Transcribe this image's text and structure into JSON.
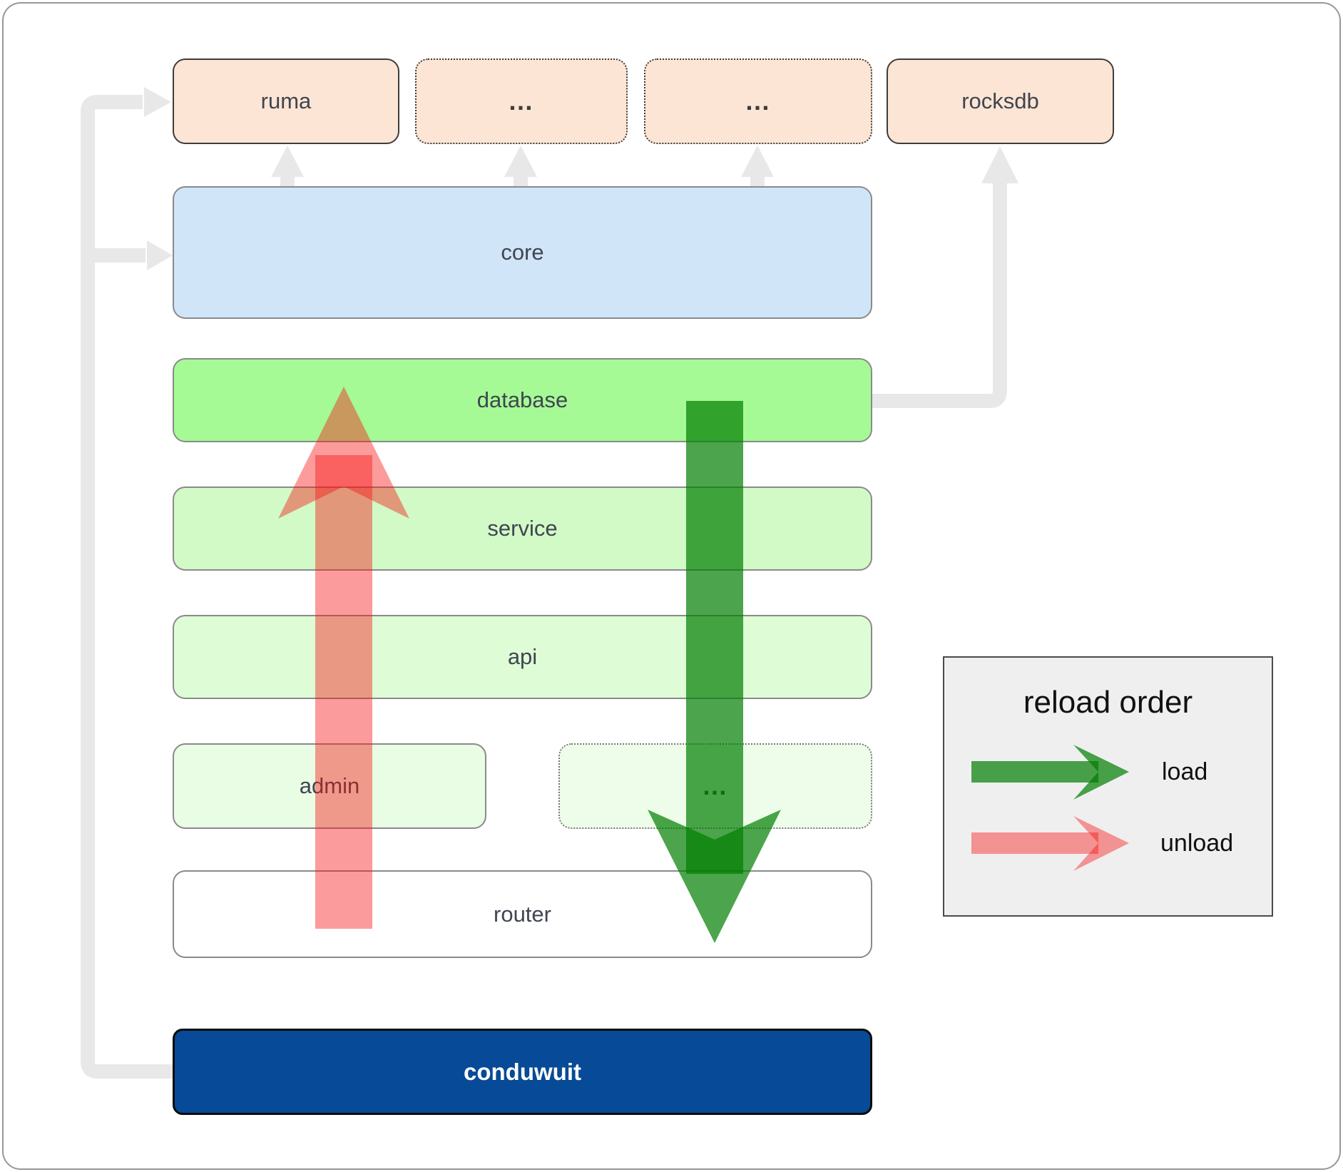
{
  "boxes": {
    "ruma": {
      "label": "ruma"
    },
    "ellipsis_top_1": {
      "label": "…"
    },
    "ellipsis_top_2": {
      "label": "…"
    },
    "rocksdb": {
      "label": "rocksdb"
    },
    "core": {
      "label": "core"
    },
    "database": {
      "label": "database"
    },
    "service": {
      "label": "service"
    },
    "api": {
      "label": "api"
    },
    "admin": {
      "label": "admin"
    },
    "ellipsis_admin": {
      "label": "…"
    },
    "router": {
      "label": "router"
    },
    "conduwuit": {
      "label": "conduwuit"
    }
  },
  "legend": {
    "title": "reload order",
    "items": [
      {
        "label": "load",
        "color": "#007d00"
      },
      {
        "label": "unload",
        "color": "#f81111"
      }
    ]
  },
  "colors": {
    "peach_fill": "#fce5d4",
    "core_fill": "#d0e5f8",
    "database_fill": "#a5fa96",
    "service_fill": "#d1fac7",
    "api_fill": "#defcd6",
    "admin_fill": "#e9fce4",
    "router_fill": "#ffffff",
    "conduwuit_fill": "#074a97",
    "connector_gray": "#e8e8e8",
    "load_arrow": "#007d00",
    "unload_arrow": "#f81111",
    "label_text": "#404550",
    "legend_bg": "#efeff0"
  }
}
